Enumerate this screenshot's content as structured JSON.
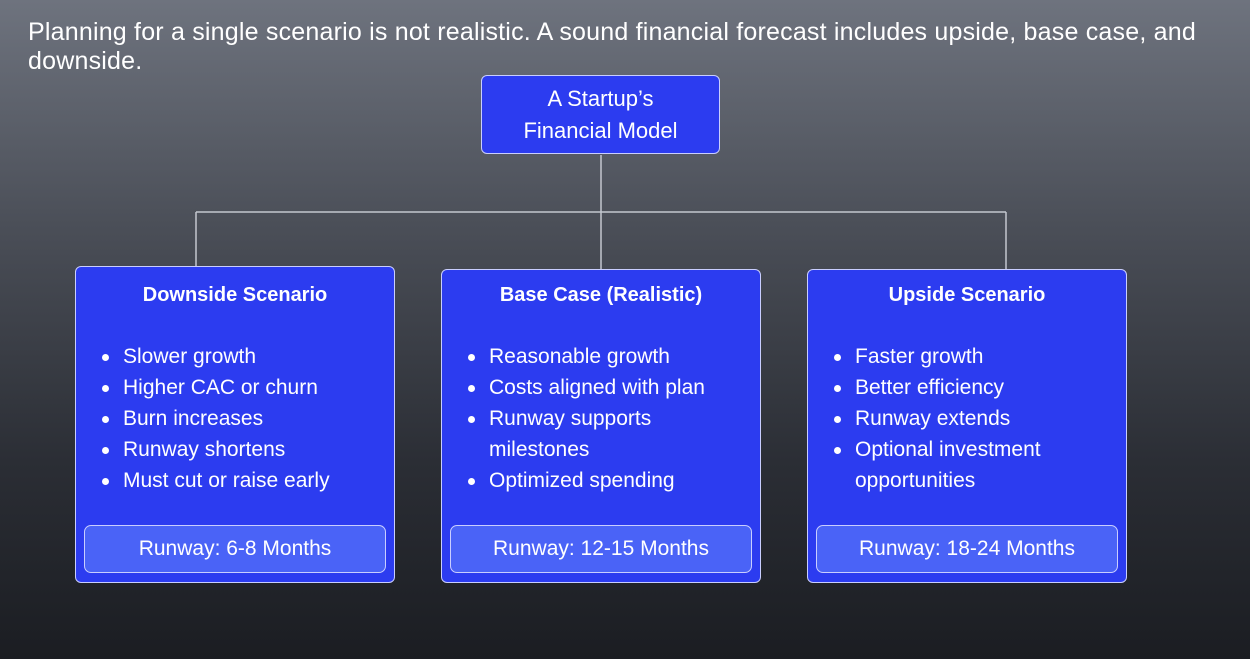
{
  "intro_text": "Planning for a single scenario is not realistic. A sound financial forecast includes upside, base case, and downside.",
  "root": {
    "line1": "A Startup’s",
    "line2": "Financial Model"
  },
  "scenarios": [
    {
      "title": "Downside Scenario",
      "bullets": [
        "Slower growth",
        "Higher CAC or churn",
        "Burn increases",
        "Runway shortens",
        "Must cut or raise early"
      ],
      "runway": "Runway: 6-8 Months"
    },
    {
      "title": "Base Case (Realistic)",
      "bullets": [
        "Reasonable growth",
        "Costs aligned with plan",
        "Runway supports milestones",
        "Optimized spending"
      ],
      "runway": "Runway: 12-15 Months"
    },
    {
      "title": "Upside Scenario",
      "bullets": [
        "Faster growth",
        "Better efficiency",
        "Runway extends",
        "Optional investment opportunities"
      ],
      "runway": "Runway: 18-24 Months"
    }
  ],
  "colors": {
    "box_fill": "#2c3cf0",
    "runway_fill": "#4a63f7",
    "border": "#c9ceff",
    "connector": "#c4c7cf"
  }
}
